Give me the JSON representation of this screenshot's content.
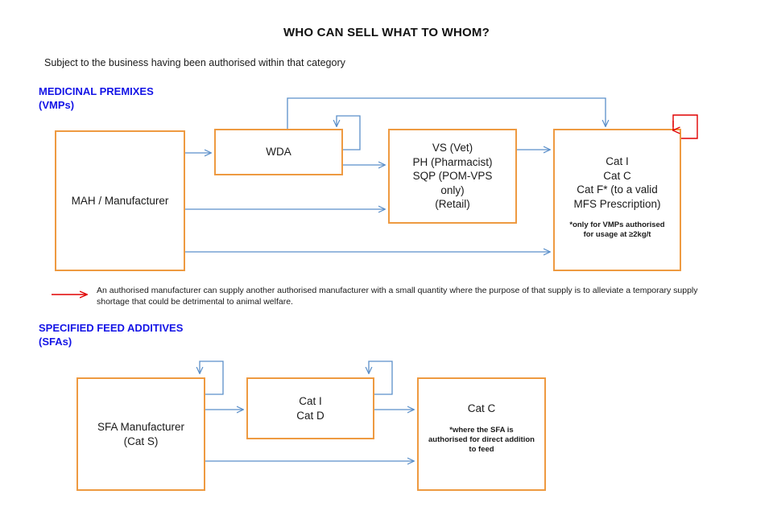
{
  "page": {
    "title": "WHO CAN SELL WHAT TO WHOM?",
    "subtitle": "Subject to the business having been authorised within that category"
  },
  "sections": {
    "vmp": {
      "heading": "MEDICINAL PREMIXES\n(VMPs)",
      "heading_color": "#1414e6",
      "boxes": {
        "mah": {
          "label": "MAH / Manufacturer"
        },
        "wda": {
          "label": "WDA"
        },
        "vs": {
          "label": "VS (Vet)\nPH (Pharmacist)\nSQP (POM-VPS\nonly)\n(Retail)"
        },
        "cat_i": {
          "label": "Cat I\nCat C\nCat F* (to a valid\nMFS Prescription)",
          "footnote": "*only for VMPs authorised\nfor usage at ≥2kg/t"
        }
      }
    },
    "sfa": {
      "heading": "SPECIFIED FEED ADDITIVES\n(SFAs)",
      "heading_color": "#1414e6",
      "boxes": {
        "sfa_manufacturer": {
          "label": "SFA Manufacturer\n(Cat S)"
        },
        "cat_i_d": {
          "label": "Cat I\nCat D"
        },
        "cat_c": {
          "label": "Cat C",
          "footnote": "*where the SFA is\nauthorised for direct addition\nto feed"
        }
      }
    }
  },
  "legend": {
    "arrow_icon": "red-arrow-icon",
    "arrow_color": "#e00000",
    "note": "An authorised manufacturer can supply another authorised manufacturer with a small quantity where the purpose of that supply is to alleviate a temporary supply shortage that could be detrimental to animal welfare."
  },
  "colors": {
    "box_border": "#ee9a41",
    "connector_blue": "#5b8fc9",
    "connector_red": "#e00000",
    "heading_blue": "#1414e6",
    "text": "#1a1a1a",
    "background": "#ffffff"
  }
}
